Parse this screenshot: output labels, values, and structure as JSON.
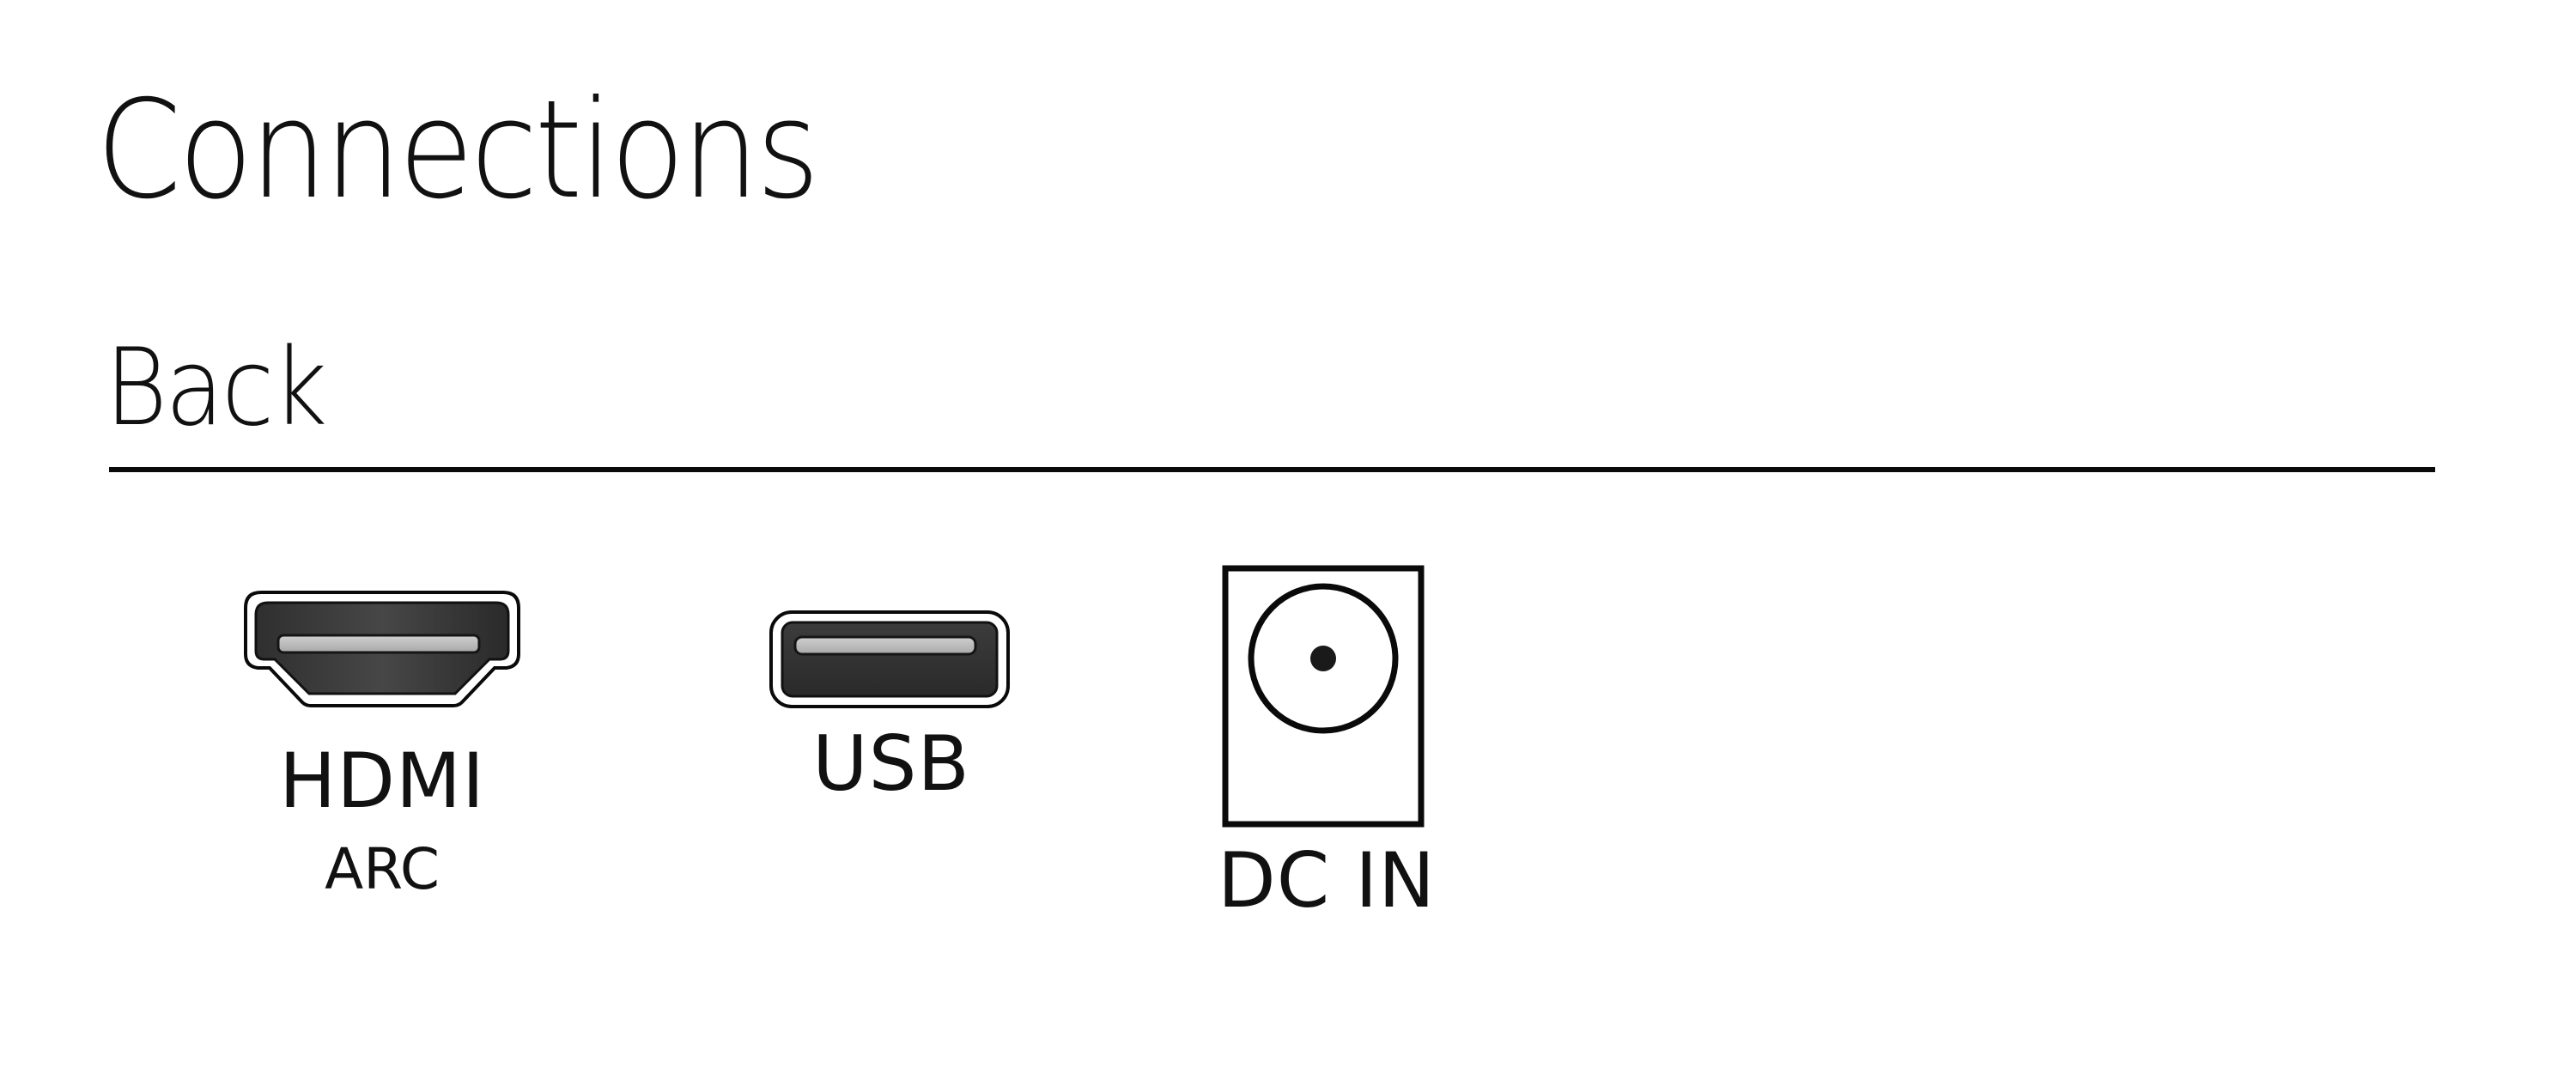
{
  "page": {
    "title": "Connections",
    "section": "Back"
  },
  "ports": [
    {
      "id": "hdmi",
      "label": "HDMI",
      "sublabel": "ARC",
      "icon": "hdmi-port-icon"
    },
    {
      "id": "usb",
      "label": "USB",
      "icon": "usb-port-icon"
    },
    {
      "id": "dc-in",
      "label": "DC IN",
      "icon": "dc-in-port-icon"
    }
  ],
  "colors": {
    "text": "#111111",
    "rule": "#0a0a0a",
    "connector_body": "#3a3a3a",
    "connector_slot": "#bdbdbd",
    "background": "#ffffff"
  }
}
